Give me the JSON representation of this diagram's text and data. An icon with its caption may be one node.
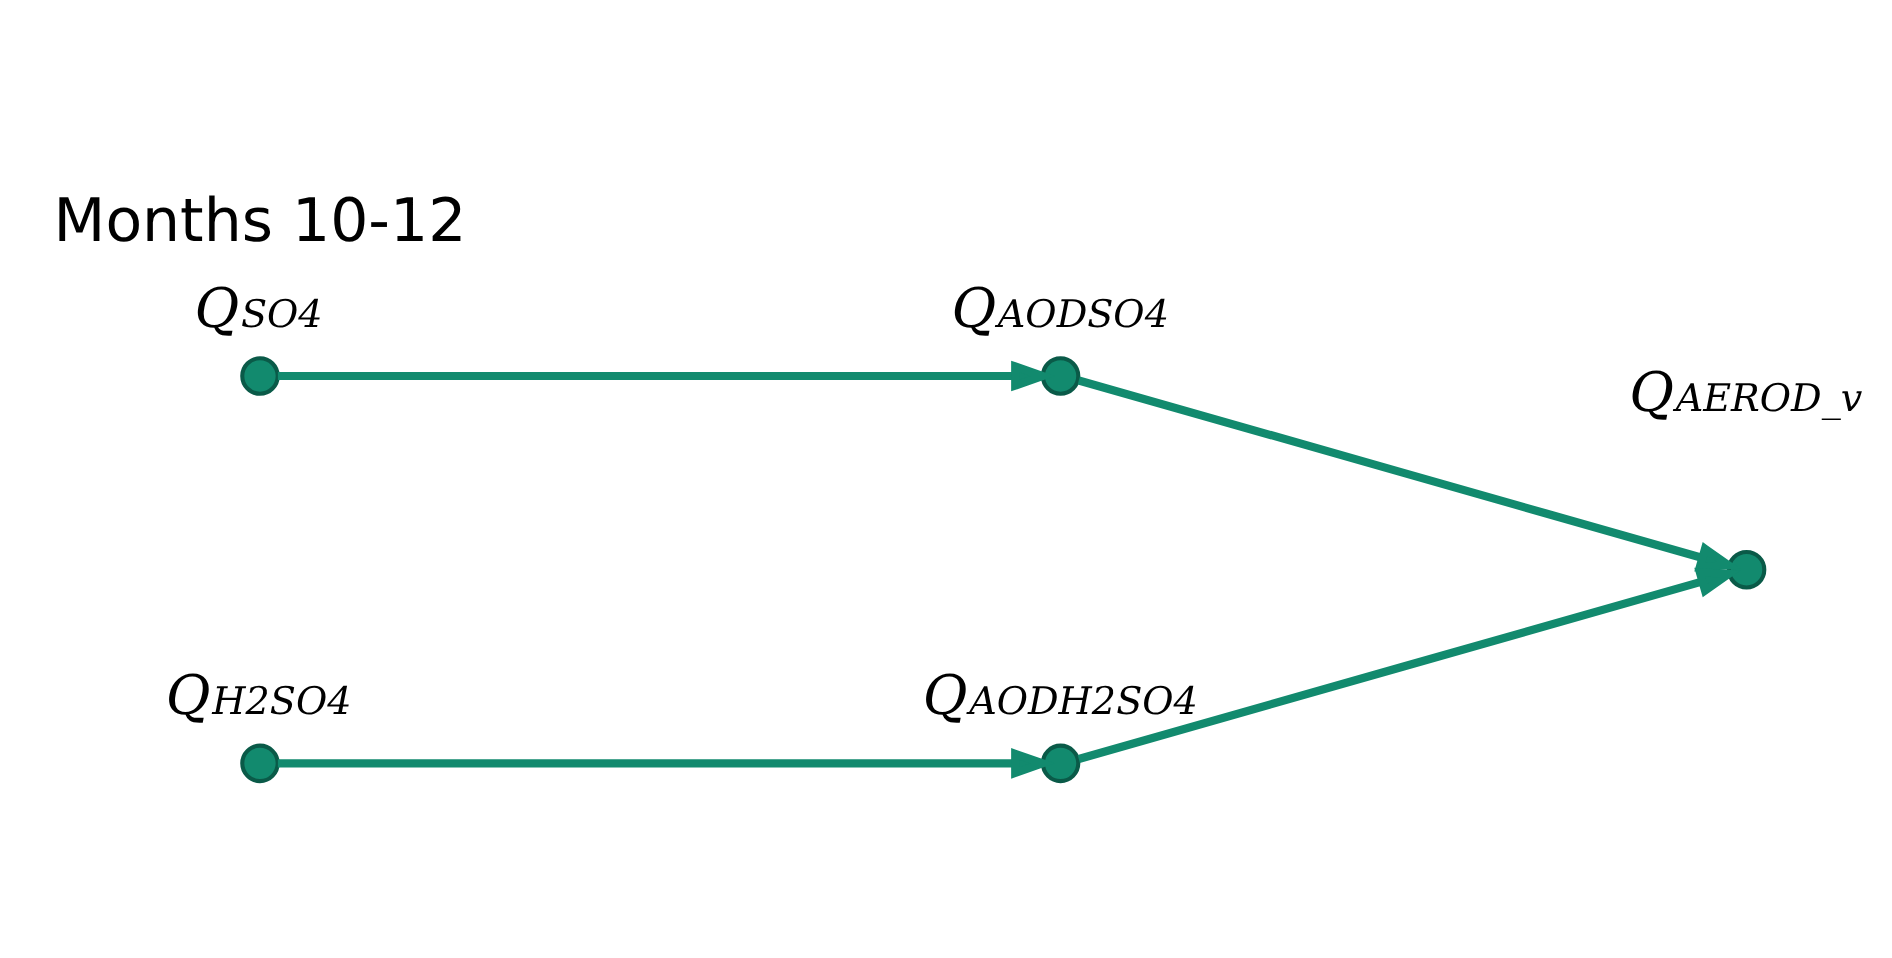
{
  "diagram": {
    "nodes": [
      {
        "text": [],
        "shape": "circle",
        "beside": [
          "Q$_{SO4}$"
        ]
      },
      {
        "text": [],
        "shape": "circle",
        "beside": [
          "Q$_{AODSO4}$"
        ]
      },
      {
        "text": [],
        "shape": "circle",
        "beside": [
          "Q$_{H2SO4}$"
        ]
      },
      {
        "text": [],
        "shape": "circle",
        "beside": [
          "Q$_{AODH2SO4}$"
        ]
      },
      {
        "text": [],
        "shape": "circle",
        "beside": [
          "Q$_{AEROD_v}$"
        ]
      }
    ],
    "edges": [
      {
        "from": 0,
        "to": 1,
        "arrow": "to"
      },
      {
        "from": 2,
        "to": 3,
        "arrow": "to"
      },
      {
        "from": 1,
        "to": 4,
        "arrow": "to"
      },
      {
        "from": 3,
        "to": 4,
        "arrow": "to"
      }
    ],
    "labels": [
      "Months 10-12"
    ]
  }
}
